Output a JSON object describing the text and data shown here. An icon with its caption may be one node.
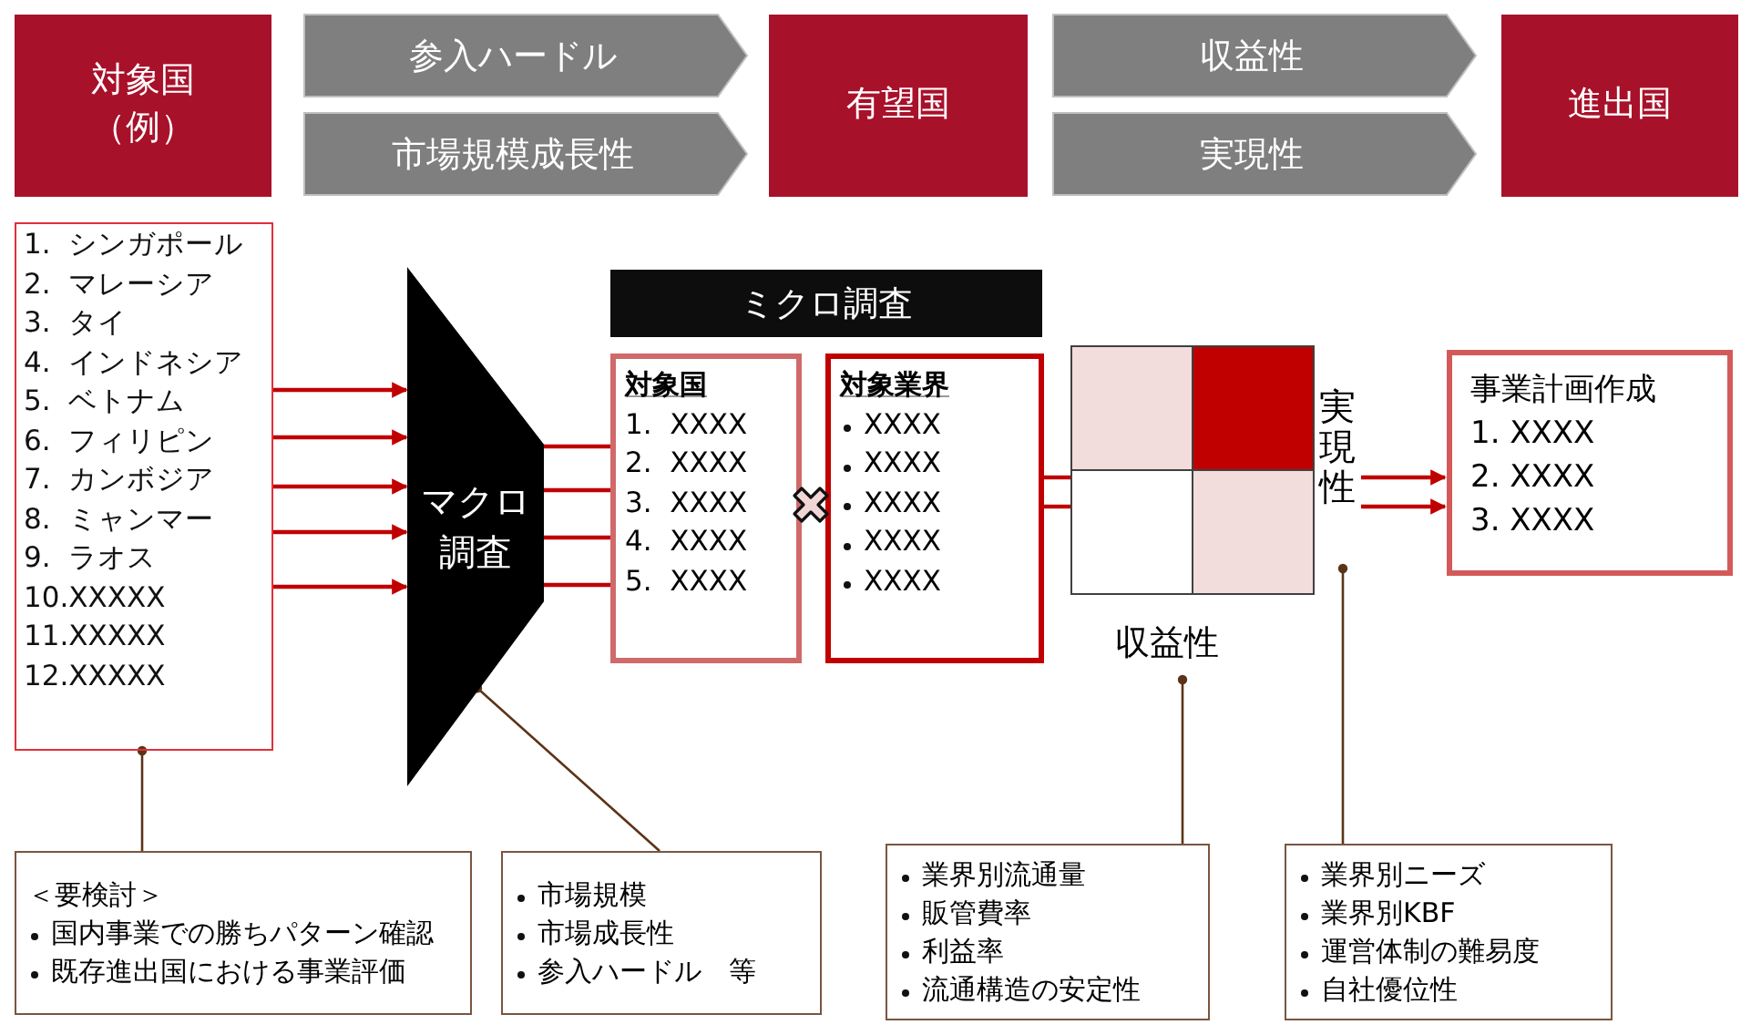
{
  "diagram": {
    "nodes": [
      {
        "text": [
          "対象国（例）"
        ]
      },
      {
        "text": [
          "参入ハードル"
        ]
      },
      {
        "text": [
          "市場規模成長性"
        ]
      },
      {
        "text": [
          "有望国"
        ]
      },
      {
        "text": [
          "収益性"
        ]
      },
      {
        "text": [
          "実現性"
        ]
      },
      {
        "text": [
          "進出国"
        ]
      },
      {
        "text": [
          "1.  シンガポール",
          "2.  マレーシア",
          "3.  タイ",
          "4.  インドネシア",
          "5.  ベトナム",
          "6.  フィリピン",
          "7.  カンボジア",
          "8.  ミャンマー",
          "9.  ラオス",
          "10.XXXXX",
          "11.XXXXX",
          "12.XXXXX"
        ]
      },
      {
        "text": [
          "マクロ調査"
        ]
      },
      {
        "text": [
          "ミクロ調査"
        ]
      },
      {
        "text": [
          "対象国",
          "1.  XXXX",
          "2.  XXXX",
          "3.  XXXX",
          "4.  XXXX",
          "5.  XXXX"
        ]
      },
      {
        "text": [
          "対象業界",
          "XXXX",
          "XXXX",
          "XXXX",
          "XXXX",
          "XXXX"
        ]
      },
      {
        "text": [],
        "shape": "box"
      },
      {
        "text": [
          "実現性"
        ]
      },
      {
        "text": [
          "収益性"
        ]
      },
      {
        "text": [
          "事業計画作成",
          "1. XXXX",
          "2. XXXX",
          "3. XXXX"
        ]
      },
      {
        "text": [
          "＜要検討＞",
          "国内事業での勝ちパターン確認",
          "既存進出国における事業評価"
        ]
      },
      {
        "text": [
          "市場規模",
          "市場成長性",
          "参入ハードル　等"
        ]
      },
      {
        "text": [
          "業界別流通量",
          "販管費率",
          "利益率",
          "流通構造の安定性"
        ]
      },
      {
        "text": [
          "業界別ニーズ",
          "業界別KBF",
          "運営体制の難易度",
          "自社優位性"
        ]
      }
    ],
    "edges": [
      {
        "from": 7,
        "to": 8,
        "arrow": "to"
      },
      {
        "from": 7,
        "to": 8,
        "arrow": "to"
      },
      {
        "from": 7,
        "to": 8,
        "arrow": "to"
      },
      {
        "from": 7,
        "to": 8,
        "arrow": "to"
      },
      {
        "from": 7,
        "to": 8,
        "arrow": "to"
      },
      {
        "from": 8,
        "to": 10,
        "arrow": "none"
      },
      {
        "from": 8,
        "to": 10,
        "arrow": "none"
      },
      {
        "from": 8,
        "to": 10,
        "arrow": "none"
      },
      {
        "from": 8,
        "to": 10,
        "arrow": "none"
      },
      {
        "from": 11,
        "to": 12,
        "arrow": "none"
      },
      {
        "from": 11,
        "to": 12,
        "arrow": "none"
      },
      {
        "from": 13,
        "to": 15,
        "arrow": "to"
      },
      {
        "from": 13,
        "to": 15,
        "arrow": "to"
      },
      {
        "from": 16,
        "to": 7,
        "arrow": "other",
        "color": "#5b3318"
      },
      {
        "from": 17,
        "to": 8,
        "arrow": "other",
        "color": "#5b3318"
      },
      {
        "from": 18,
        "to": 14,
        "arrow": "other",
        "color": "#5b3318"
      },
      {
        "from": 19,
        "to": 13,
        "arrow": "other",
        "color": "#5b3318"
      }
    ]
  }
}
